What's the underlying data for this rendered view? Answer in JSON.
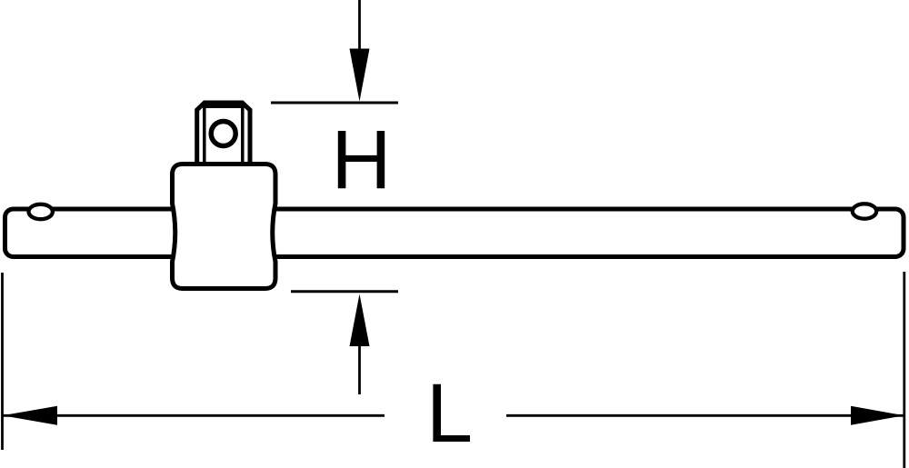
{
  "diagram": {
    "kind": "technical-drawing",
    "subject": "t-handle-sliding-bar",
    "dimension_labels": {
      "height": "H",
      "length": "L"
    },
    "colors": {
      "line": "#000000",
      "background": "#ffffff"
    }
  }
}
